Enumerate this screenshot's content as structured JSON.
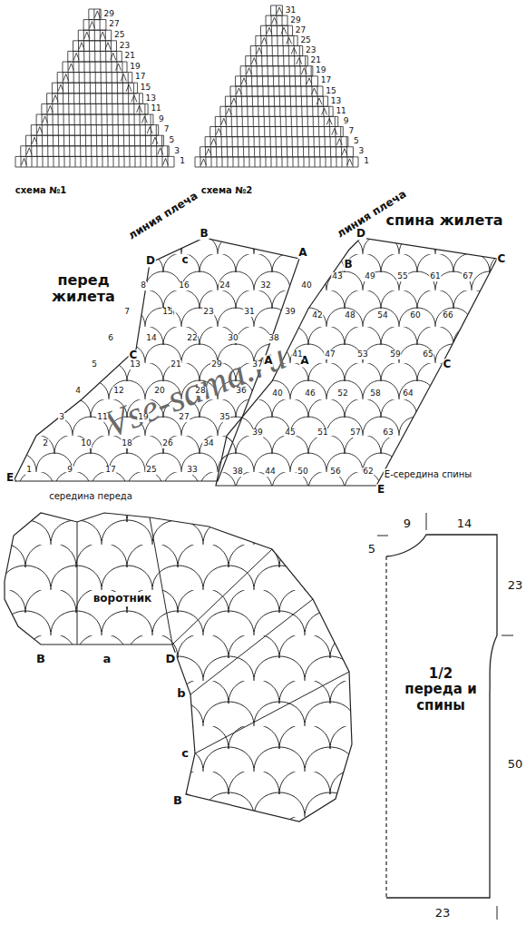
{
  "diagram": {
    "nodes": [
      {
        "text": [
          "воротник"
        ]
      },
      {
        "text": [
          "1/2 переда и спины"
        ]
      }
    ],
    "labels": [
      "схема №1",
      "схема №2",
      "1",
      "3",
      "5",
      "7",
      "9",
      "11",
      "13",
      "15",
      "17",
      "19",
      "21",
      "23",
      "25",
      "27",
      "29",
      "1",
      "3",
      "5",
      "7",
      "9",
      "11",
      "13",
      "15",
      "17",
      "19",
      "21",
      "23",
      "25",
      "27",
      "29",
      "31",
      "перед жилета",
      "линия плеча",
      "спина жилета",
      "линия плеча",
      "Vse-sama.ru",
      "середина переда",
      "E-середина спины",
      "A",
      "B",
      "c",
      "D",
      "b",
      "C",
      "A",
      "E",
      "D",
      "B",
      "C",
      "C",
      "A",
      "E",
      "B",
      "a",
      "D",
      "b",
      "c",
      "B",
      "9",
      "14",
      "5",
      "23",
      "50",
      "23",
      "1",
      "2",
      "3",
      "4",
      "5",
      "6",
      "7",
      "8",
      "9",
      "10",
      "11",
      "12",
      "13",
      "14",
      "15",
      "16",
      "17",
      "18",
      "19",
      "20",
      "21",
      "22",
      "23",
      "24",
      "25",
      "26",
      "27",
      "28",
      "29",
      "30",
      "31",
      "32",
      "33",
      "34",
      "35",
      "36",
      "37",
      "38",
      "39",
      "40",
      "38",
      "39",
      "40",
      "41",
      "42",
      "43",
      "44",
      "45",
      "46",
      "47",
      "48",
      "49",
      "50",
      "51",
      "52",
      "53",
      "54",
      "55",
      "56",
      "57",
      "58",
      "59",
      "60",
      "61",
      "62",
      "63",
      "64",
      "65",
      "66",
      "67"
    ]
  }
}
